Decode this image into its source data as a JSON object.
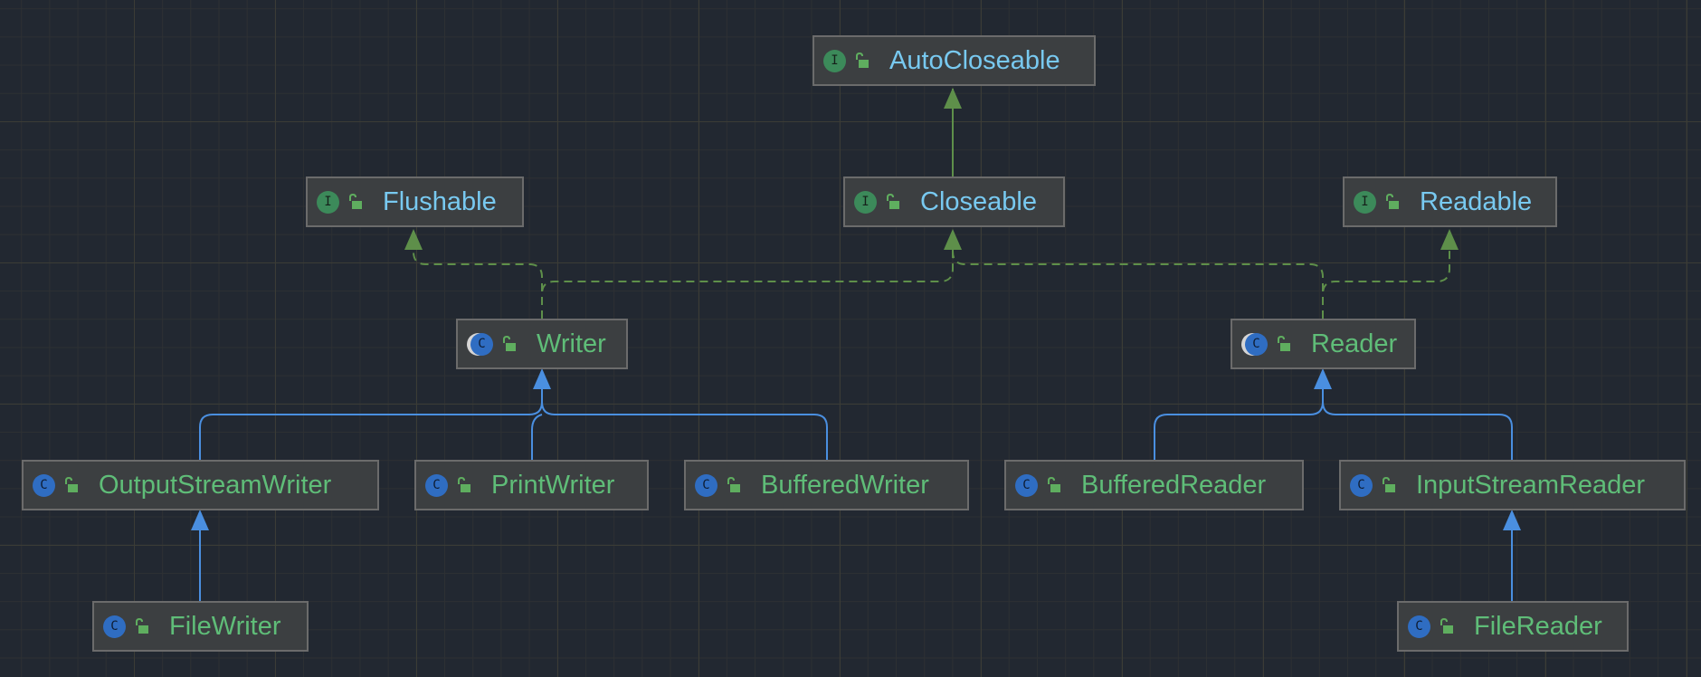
{
  "diagram": {
    "colors": {
      "background": "#222831",
      "node_fill": "#3c3f41",
      "node_border": "#6b6b6b",
      "interface_text": "#78c9f0",
      "class_text": "#5fbd78",
      "implements_edge": "#5e8f4a",
      "extends_edge": "#4a8fe0"
    },
    "nodes": {
      "autocloseable": {
        "label": "AutoCloseable",
        "kind": "interface",
        "icon_letter": "I",
        "icon": "interface-icon"
      },
      "flushable": {
        "label": "Flushable",
        "kind": "interface",
        "icon_letter": "I",
        "icon": "interface-icon"
      },
      "closeable": {
        "label": "Closeable",
        "kind": "interface",
        "icon_letter": "I",
        "icon": "interface-icon"
      },
      "readable": {
        "label": "Readable",
        "kind": "interface",
        "icon_letter": "I",
        "icon": "interface-icon"
      },
      "writer": {
        "label": "Writer",
        "kind": "abstract",
        "icon_letter": "C",
        "icon": "abstract-class-icon"
      },
      "reader": {
        "label": "Reader",
        "kind": "abstract",
        "icon_letter": "C",
        "icon": "abstract-class-icon"
      },
      "outputstreamwriter": {
        "label": "OutputStreamWriter",
        "kind": "class",
        "icon_letter": "C",
        "icon": "class-icon"
      },
      "printwriter": {
        "label": "PrintWriter",
        "kind": "class",
        "icon_letter": "C",
        "icon": "class-icon"
      },
      "bufferedwriter": {
        "label": "BufferedWriter",
        "kind": "class",
        "icon_letter": "C",
        "icon": "class-icon"
      },
      "bufferedreader": {
        "label": "BufferedReader",
        "kind": "class",
        "icon_letter": "C",
        "icon": "class-icon"
      },
      "inputstreamreader": {
        "label": "InputStreamReader",
        "kind": "class",
        "icon_letter": "C",
        "icon": "class-icon"
      },
      "filewriter": {
        "label": "FileWriter",
        "kind": "class",
        "icon_letter": "C",
        "icon": "class-icon"
      },
      "filereader": {
        "label": "FileReader",
        "kind": "class",
        "icon_letter": "C",
        "icon": "class-icon"
      }
    },
    "edges": [
      {
        "from": "closeable",
        "to": "autocloseable",
        "type": "extends-interface"
      },
      {
        "from": "writer",
        "to": "flushable",
        "type": "implements"
      },
      {
        "from": "writer",
        "to": "closeable",
        "type": "implements"
      },
      {
        "from": "reader",
        "to": "closeable",
        "type": "implements"
      },
      {
        "from": "reader",
        "to": "readable",
        "type": "implements"
      },
      {
        "from": "outputstreamwriter",
        "to": "writer",
        "type": "extends"
      },
      {
        "from": "printwriter",
        "to": "writer",
        "type": "extends"
      },
      {
        "from": "bufferedwriter",
        "to": "writer",
        "type": "extends"
      },
      {
        "from": "bufferedreader",
        "to": "reader",
        "type": "extends"
      },
      {
        "from": "inputstreamreader",
        "to": "reader",
        "type": "extends"
      },
      {
        "from": "filewriter",
        "to": "outputstreamwriter",
        "type": "extends"
      },
      {
        "from": "filereader",
        "to": "inputstreamreader",
        "type": "extends"
      }
    ]
  }
}
